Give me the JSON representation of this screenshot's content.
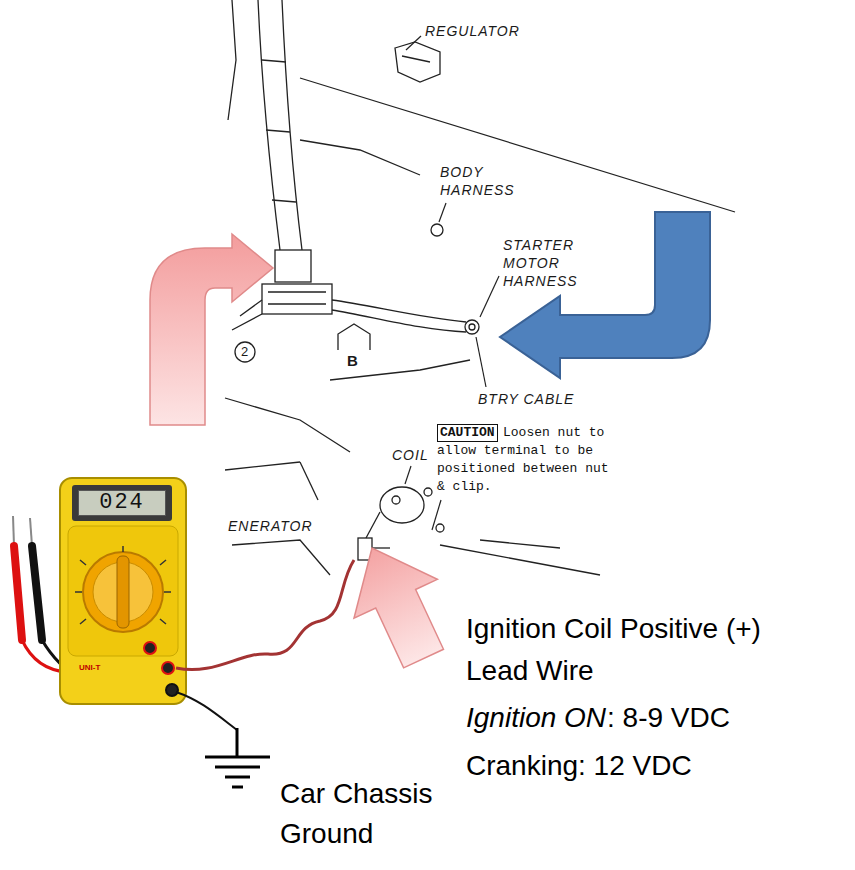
{
  "diagram": {
    "nodes": [
      {
        "text": [
          "CAUTION"
        ]
      },
      {
        "text": [
          "024"
        ]
      }
    ],
    "labels": [
      "REGULATOR",
      "BODY HARNESS",
      "STARTER MOTOR HARNESS",
      "2",
      "B",
      "BTRY CABLE",
      "COIL",
      "Loosen nut to allow terminal to be positioned between nut & clip.",
      "ENERATOR",
      "Ignition Coil Positive (+) Lead Wire",
      "Ignition ON",
      ": 8-9 VDC",
      "Cranking: 12 VDC",
      "UNI-T",
      "Car Chassis Ground"
    ]
  }
}
